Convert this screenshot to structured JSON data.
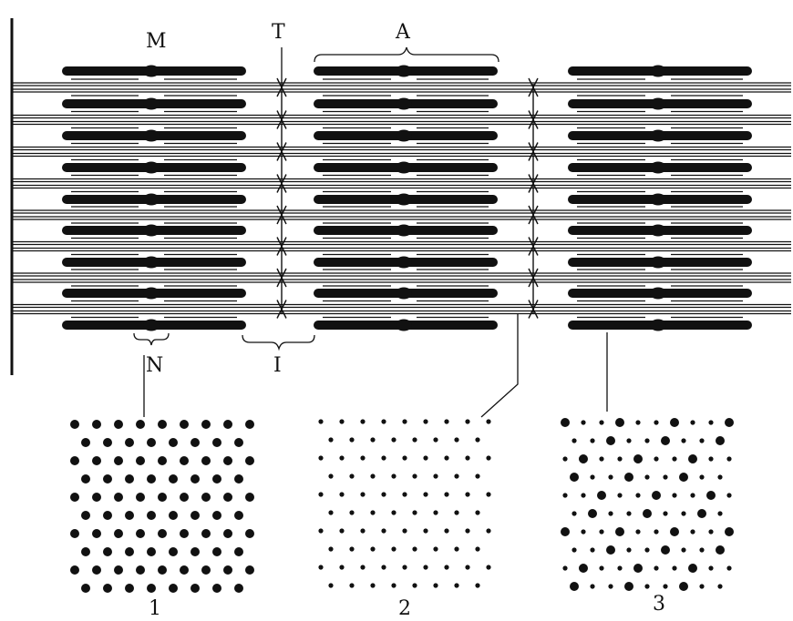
{
  "labels": {
    "m_line": "M",
    "t_system": "T",
    "a_band": "A",
    "h_zone": "N",
    "i_band": "I"
  },
  "panels": [
    {
      "id": "1",
      "label": "1",
      "pattern": "thick-filaments-only"
    },
    {
      "id": "2",
      "label": "2",
      "pattern": "thin-filaments-only"
    },
    {
      "id": "3",
      "label": "3",
      "pattern": "thick-and-thin-overlap"
    }
  ],
  "colors": {
    "ink": "#111111",
    "background": "#ffffff"
  }
}
